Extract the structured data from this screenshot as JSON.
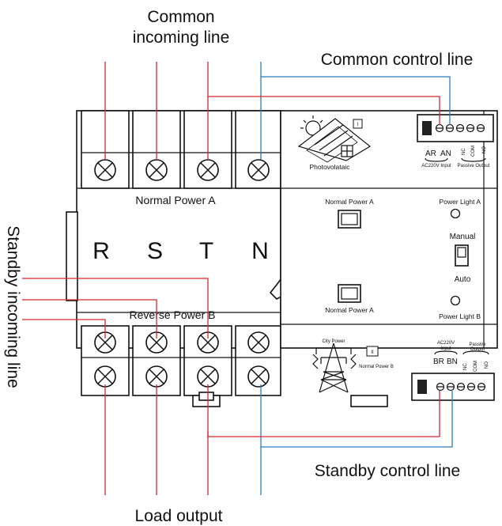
{
  "labels": {
    "common_incoming_line_1": "Common",
    "common_incoming_line_2": "incoming line",
    "common_control_line": "Common control line",
    "standby_incoming_line": "Standby incoming line",
    "standby_control_line": "Standby control line",
    "load_output": "Load output",
    "normal_power_a_panel": "Normal Power A",
    "reverse_power_b_panel": "Reverse Power B"
  },
  "phases": [
    "R",
    "S",
    "T",
    "N"
  ],
  "module_top": {
    "badge": "I",
    "source": "Photovolataic",
    "terminals": [
      "AR",
      "AN",
      "NC",
      "COM",
      "NO"
    ],
    "input_label": "AC220V Input",
    "output_label": "Passive Output"
  },
  "module_mid": {
    "switch_top_label": "Normal Power A",
    "switch_bottom_label": "Normal Power A",
    "power_light_a": "Power Light A",
    "power_light_b": "Power Light B",
    "manual": "Manual",
    "auto": "Auto"
  },
  "module_bottom": {
    "badge": "II",
    "source": "City Power",
    "source_note": "Normal Power B",
    "input_label_1": "AC220V",
    "input_label_2": "Input",
    "output_label_1": "Passive",
    "output_label_2": "Output",
    "terminals": [
      "BR",
      "BN",
      "NC",
      "COM",
      "NO"
    ]
  },
  "colors": {
    "phase_wire": "#d7262c",
    "neutral_control_wire": "#2b7cc0",
    "outline": "#111111"
  }
}
